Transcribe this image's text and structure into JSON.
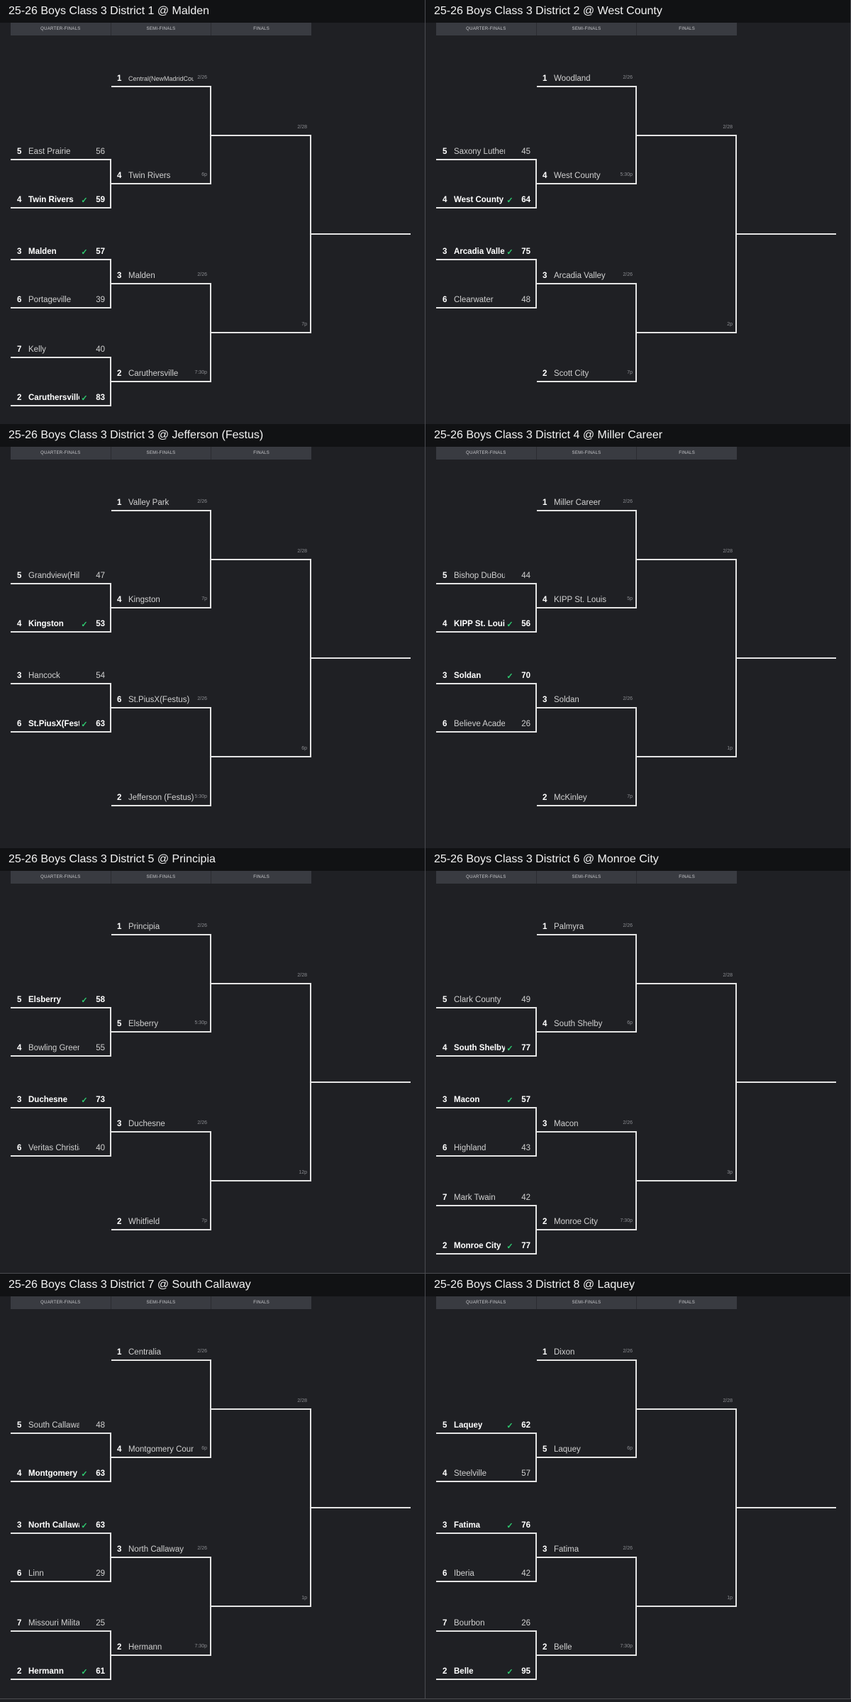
{
  "tabs": [
    "QUARTER-FINALS",
    "SEMI-FINALS",
    "FINALS"
  ],
  "colors": {
    "background": "#1f2024",
    "title_bar": "#111214",
    "tab_bar": "#393b41",
    "winner_check": "#2ecc71",
    "bracket_line": "#e4e4e4"
  },
  "icons": {
    "winner": "check-icon"
  },
  "check_glyph": "✓",
  "districts": [
    {
      "title": "25-26 Boys Class 3 District 1 @ Malden",
      "semis": [
        {
          "seed": "1",
          "name": "Central(NewMadridCounty)"
        },
        {
          "seed": "4",
          "name": "Twin Rivers"
        },
        {
          "seed": "3",
          "name": "Malden"
        },
        {
          "seed": "2",
          "name": "Caruthersville"
        }
      ],
      "semi_games": [
        {
          "date": "2/26",
          "time": "6p"
        },
        {
          "date": "2/26",
          "time": "7:30p"
        }
      ],
      "final": {
        "date": "2/28",
        "time": "7p"
      },
      "quarters": [
        {
          "feeds": 1,
          "teams": [
            {
              "seed": "5",
              "name": "East Prairie",
              "score": "56",
              "winner": false
            },
            {
              "seed": "4",
              "name": "Twin Rivers",
              "score": "59",
              "winner": true
            }
          ]
        },
        {
          "feeds": 2,
          "teams": [
            {
              "seed": "3",
              "name": "Malden",
              "score": "57",
              "winner": true
            },
            {
              "seed": "6",
              "name": "Portageville",
              "score": "39",
              "winner": false
            }
          ]
        },
        {
          "feeds": 3,
          "teams": [
            {
              "seed": "7",
              "name": "Kelly",
              "score": "40",
              "winner": false
            },
            {
              "seed": "2",
              "name": "Caruthersville",
              "score": "83",
              "winner": true
            }
          ]
        }
      ]
    },
    {
      "title": "25-26 Boys Class 3 District 2 @ West County",
      "semis": [
        {
          "seed": "1",
          "name": "Woodland"
        },
        {
          "seed": "4",
          "name": "West County"
        },
        {
          "seed": "3",
          "name": "Arcadia Valley"
        },
        {
          "seed": "2",
          "name": "Scott City"
        }
      ],
      "semi_games": [
        {
          "date": "2/26",
          "time": "5:30p"
        },
        {
          "date": "2/26",
          "time": "7p"
        }
      ],
      "final": {
        "date": "2/28",
        "time": "2p"
      },
      "quarters": [
        {
          "feeds": 1,
          "teams": [
            {
              "seed": "5",
              "name": "Saxony Lutheran",
              "score": "45",
              "winner": false
            },
            {
              "seed": "4",
              "name": "West County",
              "score": "64",
              "winner": true
            }
          ]
        },
        {
          "feeds": 2,
          "teams": [
            {
              "seed": "3",
              "name": "Arcadia Valley",
              "score": "75",
              "winner": true
            },
            {
              "seed": "6",
              "name": "Clearwater",
              "score": "48",
              "winner": false
            }
          ]
        }
      ]
    },
    {
      "title": "25-26 Boys Class 3 District 3 @ Jefferson (Festus)",
      "semis": [
        {
          "seed": "1",
          "name": "Valley Park"
        },
        {
          "seed": "4",
          "name": "Kingston"
        },
        {
          "seed": "6",
          "name": "St.PiusX(Festus)"
        },
        {
          "seed": "2",
          "name": "Jefferson (Festus)"
        }
      ],
      "semi_games": [
        {
          "date": "2/26",
          "time": "7p"
        },
        {
          "date": "2/26",
          "time": "5:30p"
        }
      ],
      "final": {
        "date": "2/28",
        "time": "6p"
      },
      "quarters": [
        {
          "feeds": 1,
          "teams": [
            {
              "seed": "5",
              "name": "Grandview(Hillsboro)",
              "score": "47",
              "winner": false
            },
            {
              "seed": "4",
              "name": "Kingston",
              "score": "53",
              "winner": true
            }
          ]
        },
        {
          "feeds": 2,
          "teams": [
            {
              "seed": "3",
              "name": "Hancock",
              "score": "54",
              "winner": false
            },
            {
              "seed": "6",
              "name": "St.PiusX(Festus)",
              "score": "63",
              "winner": true
            }
          ]
        }
      ]
    },
    {
      "title": "25-26 Boys Class 3 District 4 @ Miller Career",
      "semis": [
        {
          "seed": "1",
          "name": "Miller Career"
        },
        {
          "seed": "4",
          "name": "KIPP St. Louis"
        },
        {
          "seed": "3",
          "name": "Soldan"
        },
        {
          "seed": "2",
          "name": "McKinley"
        }
      ],
      "semi_games": [
        {
          "date": "2/26",
          "time": "5p"
        },
        {
          "date": "2/26",
          "time": "7p"
        }
      ],
      "final": {
        "date": "2/28",
        "time": "1p"
      },
      "quarters": [
        {
          "feeds": 1,
          "teams": [
            {
              "seed": "5",
              "name": "Bishop DuBourg",
              "score": "44",
              "winner": false
            },
            {
              "seed": "4",
              "name": "KIPP St. Louis",
              "score": "56",
              "winner": true
            }
          ]
        },
        {
          "feeds": 2,
          "teams": [
            {
              "seed": "3",
              "name": "Soldan",
              "score": "70",
              "winner": true
            },
            {
              "seed": "6",
              "name": "Believe Academy",
              "score": "26",
              "winner": false
            }
          ]
        }
      ]
    },
    {
      "title": "25-26 Boys Class 3 District 5 @ Principia",
      "semis": [
        {
          "seed": "1",
          "name": "Principia"
        },
        {
          "seed": "5",
          "name": "Elsberry"
        },
        {
          "seed": "3",
          "name": "Duchesne"
        },
        {
          "seed": "2",
          "name": "Whitfield"
        }
      ],
      "semi_games": [
        {
          "date": "2/26",
          "time": "5:30p"
        },
        {
          "date": "2/26",
          "time": "7p"
        }
      ],
      "final": {
        "date": "2/28",
        "time": "12p"
      },
      "quarters": [
        {
          "feeds": 1,
          "teams": [
            {
              "seed": "5",
              "name": "Elsberry",
              "score": "58",
              "winner": true
            },
            {
              "seed": "4",
              "name": "Bowling Green",
              "score": "55",
              "winner": false
            }
          ]
        },
        {
          "feeds": 2,
          "teams": [
            {
              "seed": "3",
              "name": "Duchesne",
              "score": "73",
              "winner": true
            },
            {
              "seed": "6",
              "name": "Veritas Christian",
              "score": "40",
              "winner": false
            }
          ]
        }
      ]
    },
    {
      "title": "25-26 Boys Class 3 District 6 @ Monroe City",
      "semis": [
        {
          "seed": "1",
          "name": "Palmyra"
        },
        {
          "seed": "4",
          "name": "South Shelby"
        },
        {
          "seed": "3",
          "name": "Macon"
        },
        {
          "seed": "2",
          "name": "Monroe City"
        }
      ],
      "semi_games": [
        {
          "date": "2/26",
          "time": "6p"
        },
        {
          "date": "2/26",
          "time": "7:30p"
        }
      ],
      "final": {
        "date": "2/28",
        "time": "3p"
      },
      "quarters": [
        {
          "feeds": 1,
          "teams": [
            {
              "seed": "5",
              "name": "Clark County",
              "score": "49",
              "winner": false
            },
            {
              "seed": "4",
              "name": "South Shelby",
              "score": "77",
              "winner": true
            }
          ]
        },
        {
          "feeds": 2,
          "teams": [
            {
              "seed": "3",
              "name": "Macon",
              "score": "57",
              "winner": true
            },
            {
              "seed": "6",
              "name": "Highland",
              "score": "43",
              "winner": false
            }
          ]
        },
        {
          "feeds": 3,
          "teams": [
            {
              "seed": "7",
              "name": "Mark Twain",
              "score": "42",
              "winner": false
            },
            {
              "seed": "2",
              "name": "Monroe City",
              "score": "77",
              "winner": true
            }
          ]
        }
      ]
    },
    {
      "title": "25-26 Boys Class 3 District 7 @ South Callaway",
      "semis": [
        {
          "seed": "1",
          "name": "Centralia"
        },
        {
          "seed": "4",
          "name": "Montgomery County"
        },
        {
          "seed": "3",
          "name": "North Callaway"
        },
        {
          "seed": "2",
          "name": "Hermann"
        }
      ],
      "semi_games": [
        {
          "date": "2/26",
          "time": "6p"
        },
        {
          "date": "2/26",
          "time": "7:30p"
        }
      ],
      "final": {
        "date": "2/28",
        "time": "1p"
      },
      "quarters": [
        {
          "feeds": 1,
          "teams": [
            {
              "seed": "5",
              "name": "South Callaway",
              "score": "48",
              "winner": false
            },
            {
              "seed": "4",
              "name": "Montgomery County",
              "score": "63",
              "winner": true
            }
          ]
        },
        {
          "feeds": 2,
          "teams": [
            {
              "seed": "3",
              "name": "North Callaway",
              "score": "63",
              "winner": true
            },
            {
              "seed": "6",
              "name": "Linn",
              "score": "29",
              "winner": false
            }
          ]
        },
        {
          "feeds": 3,
          "teams": [
            {
              "seed": "7",
              "name": "Missouri Military",
              "score": "25",
              "winner": false
            },
            {
              "seed": "2",
              "name": "Hermann",
              "score": "61",
              "winner": true
            }
          ]
        }
      ]
    },
    {
      "title": "25-26 Boys Class 3 District 8 @ Laquey",
      "semis": [
        {
          "seed": "1",
          "name": "Dixon"
        },
        {
          "seed": "5",
          "name": "Laquey"
        },
        {
          "seed": "3",
          "name": "Fatima"
        },
        {
          "seed": "2",
          "name": "Belle"
        }
      ],
      "semi_games": [
        {
          "date": "2/26",
          "time": "6p"
        },
        {
          "date": "2/26",
          "time": "7:30p"
        }
      ],
      "final": {
        "date": "2/28",
        "time": "1p"
      },
      "quarters": [
        {
          "feeds": 1,
          "teams": [
            {
              "seed": "5",
              "name": "Laquey",
              "score": "62",
              "winner": true
            },
            {
              "seed": "4",
              "name": "Steelville",
              "score": "57",
              "winner": false
            }
          ]
        },
        {
          "feeds": 2,
          "teams": [
            {
              "seed": "3",
              "name": "Fatima",
              "score": "76",
              "winner": true
            },
            {
              "seed": "6",
              "name": "Iberia",
              "score": "42",
              "winner": false
            }
          ]
        },
        {
          "feeds": 3,
          "teams": [
            {
              "seed": "7",
              "name": "Bourbon",
              "score": "26",
              "winner": false
            },
            {
              "seed": "2",
              "name": "Belle",
              "score": "95",
              "winner": true
            }
          ]
        }
      ]
    }
  ]
}
